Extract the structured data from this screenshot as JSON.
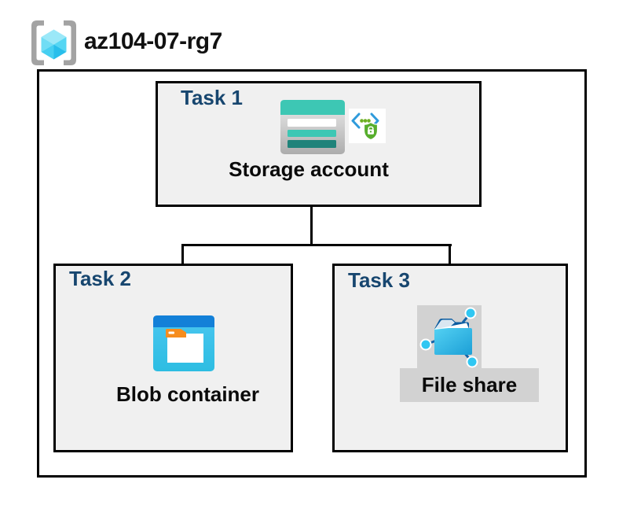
{
  "header": {
    "title": "az104-07-rg7",
    "icon": "resource-group"
  },
  "diagram": {
    "tasks": [
      {
        "label": "Task 1",
        "node_label": "Storage account",
        "icons": [
          "storage-account",
          "sas-secure-access"
        ]
      },
      {
        "label": "Task 2",
        "node_label": "Blob container",
        "icons": [
          "blob-container"
        ]
      },
      {
        "label": "Task 3",
        "node_label": "File share",
        "icons": [
          "file-share"
        ]
      }
    ],
    "connections": [
      {
        "from": "Storage account",
        "to": "Blob container"
      },
      {
        "from": "Storage account",
        "to": "File share"
      }
    ],
    "colors": {
      "task_label": "#17466F",
      "box_background": "#F0F0F0",
      "highlight_gray": "#D2D2D2",
      "storage_teal": "#3DC7B4",
      "storage_teal_dark": "#1F837A",
      "blob_band_blue": "#1380D8",
      "blob_body_blue": "#3FC4EC",
      "file_share_blue": "#2DB5E4",
      "sas_green": "#57AE2D",
      "sas_bracket_blue": "#2F9BDB",
      "rg_bracket_gray": "#A3A3A3",
      "cube_cyan": "#46CFF1"
    }
  }
}
